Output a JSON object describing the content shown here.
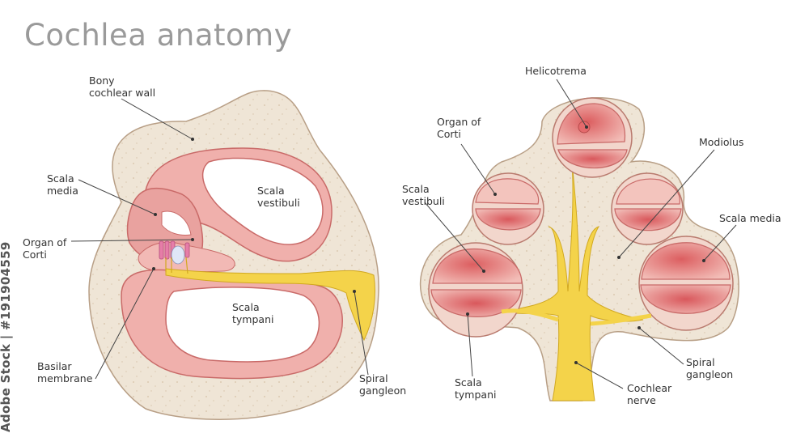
{
  "title": "Cochlea anatomy",
  "left_labels": {
    "bony_wall": "Bony\ncochlear wall",
    "scala_media": "Scala\nmedia",
    "organ_corti": "Organ of\nCorti",
    "basilar": "Basilar\nmembrane",
    "scala_vestibuli": "Scala\nvestibuli",
    "scala_tympani": "Scala\ntympani",
    "spiral_gangleon": "Spiral\ngangleon"
  },
  "right_labels": {
    "helicotrema": "Helicotrema",
    "organ_corti": "Organ of\nCorti",
    "modiolus": "Modiolus",
    "scala_vestibuli": "Scala\nvestibuli",
    "scala_media": "Scala media",
    "scala_tympani": "Scala\ntympani",
    "cochlear_nerve": "Cochlear\nnerve",
    "spiral_gangleon": "Spiral\ngangleon"
  },
  "watermark": "Adobe Stock | #191904559",
  "colors": {
    "bone": "#efe5d6",
    "bone_edge": "#b89f86",
    "duct": "#e8a3a0",
    "duct_dark": "#c95f60",
    "nerve": "#f4d34a"
  }
}
